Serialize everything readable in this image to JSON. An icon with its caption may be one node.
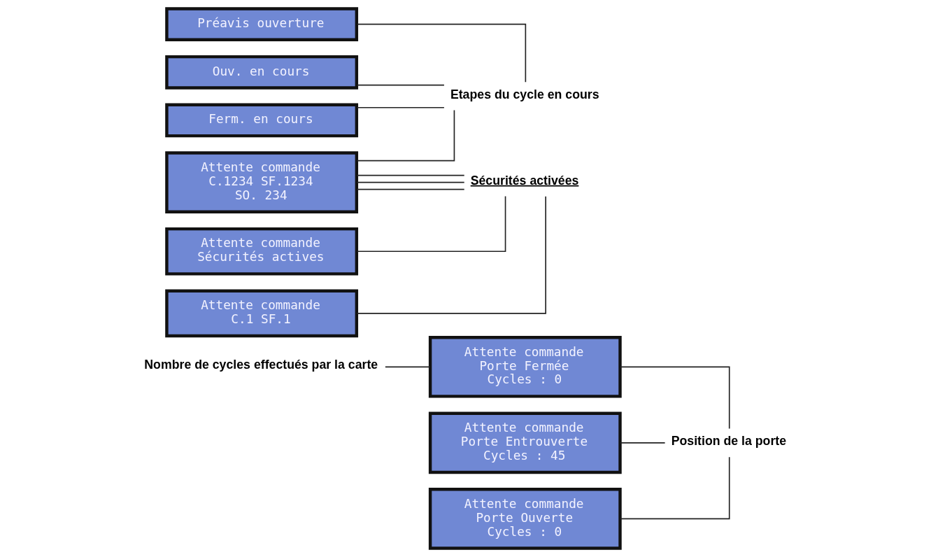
{
  "diagram": {
    "nodes": [
      {
        "text": [
          "Nombre de cycles effectués par la carte"
        ]
      },
      {
        "text": [
          "Attente commande",
          "Porte Fermée",
          "Cycles : 0"
        ]
      },
      {
        "text": [
          "Attente commande",
          "Porte Entrouverte",
          "Cycles : 45"
        ]
      },
      {
        "text": [
          "Attente commande",
          "Porte Ouverte",
          "Cycles : 0"
        ]
      },
      {
        "text": [
          "Position de la porte"
        ]
      },
      {
        "text": [
          "Préavis ouverture"
        ]
      },
      {
        "text": [
          "Ouv. en cours"
        ]
      },
      {
        "text": [
          "Ferm. en cours"
        ]
      },
      {
        "text": [
          "Etapes du cycle en cours"
        ]
      },
      {
        "text": [
          "Attente commande",
          "C.1234 SF.1234",
          "SO. 234"
        ]
      },
      {
        "text": [
          "Attente commande",
          "Sécurités actives"
        ]
      },
      {
        "text": [
          "Attente commande",
          "C.1 SF.1"
        ]
      },
      {
        "text": [
          "Sécurités activées"
        ]
      }
    ],
    "edges": [
      {
        "from": 0,
        "to": 1,
        "arrow": "none"
      },
      {
        "from": 1,
        "to": 4,
        "arrow": "none"
      },
      {
        "from": 2,
        "to": 4,
        "arrow": "none"
      },
      {
        "from": 3,
        "to": 4,
        "arrow": "none"
      },
      {
        "from": 5,
        "to": 8,
        "arrow": "none"
      },
      {
        "from": 6,
        "to": 8,
        "arrow": "none"
      },
      {
        "from": 7,
        "to": 8,
        "arrow": "none"
      },
      {
        "from": 9,
        "to": 8,
        "arrow": "none"
      },
      {
        "from": 9,
        "to": 12,
        "arrow": "none"
      },
      {
        "from": 9,
        "to": 12,
        "arrow": "none"
      },
      {
        "from": 9,
        "to": 12,
        "arrow": "none"
      },
      {
        "from": 10,
        "to": 12,
        "arrow": "none"
      },
      {
        "from": 11,
        "to": 12,
        "arrow": "none"
      }
    ]
  }
}
